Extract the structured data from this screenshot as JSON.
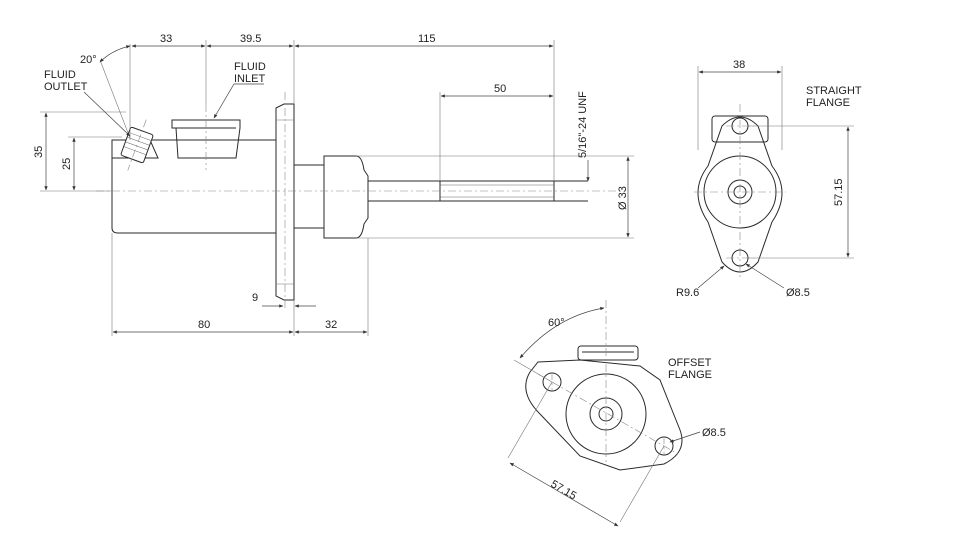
{
  "side_view": {
    "labels": {
      "fluid_outlet": [
        "FLUID",
        "OUTLET"
      ],
      "fluid_inlet": [
        "FLUID",
        "INLET"
      ]
    },
    "dims": {
      "outlet_angle": "20°",
      "d33": "33",
      "d39_5": "39.5",
      "d115": "115",
      "d50": "50",
      "thread": "5/16\"-24 UNF",
      "d35": "35",
      "d25": "25",
      "bore": "Ø 33",
      "d9": "9",
      "d80": "80",
      "d32": "32"
    }
  },
  "straight_flange": {
    "title": [
      "STRAIGHT",
      "FLANGE"
    ],
    "dims": {
      "width": "38",
      "hole_spacing": "57.15",
      "radius": "R9.6",
      "hole_dia": "Ø8.5"
    }
  },
  "offset_flange": {
    "title": [
      "OFFSET",
      "FLANGE"
    ],
    "dims": {
      "angle": "60°",
      "hole_dia": "Ø8.5",
      "hole_spacing": "57.15"
    }
  }
}
